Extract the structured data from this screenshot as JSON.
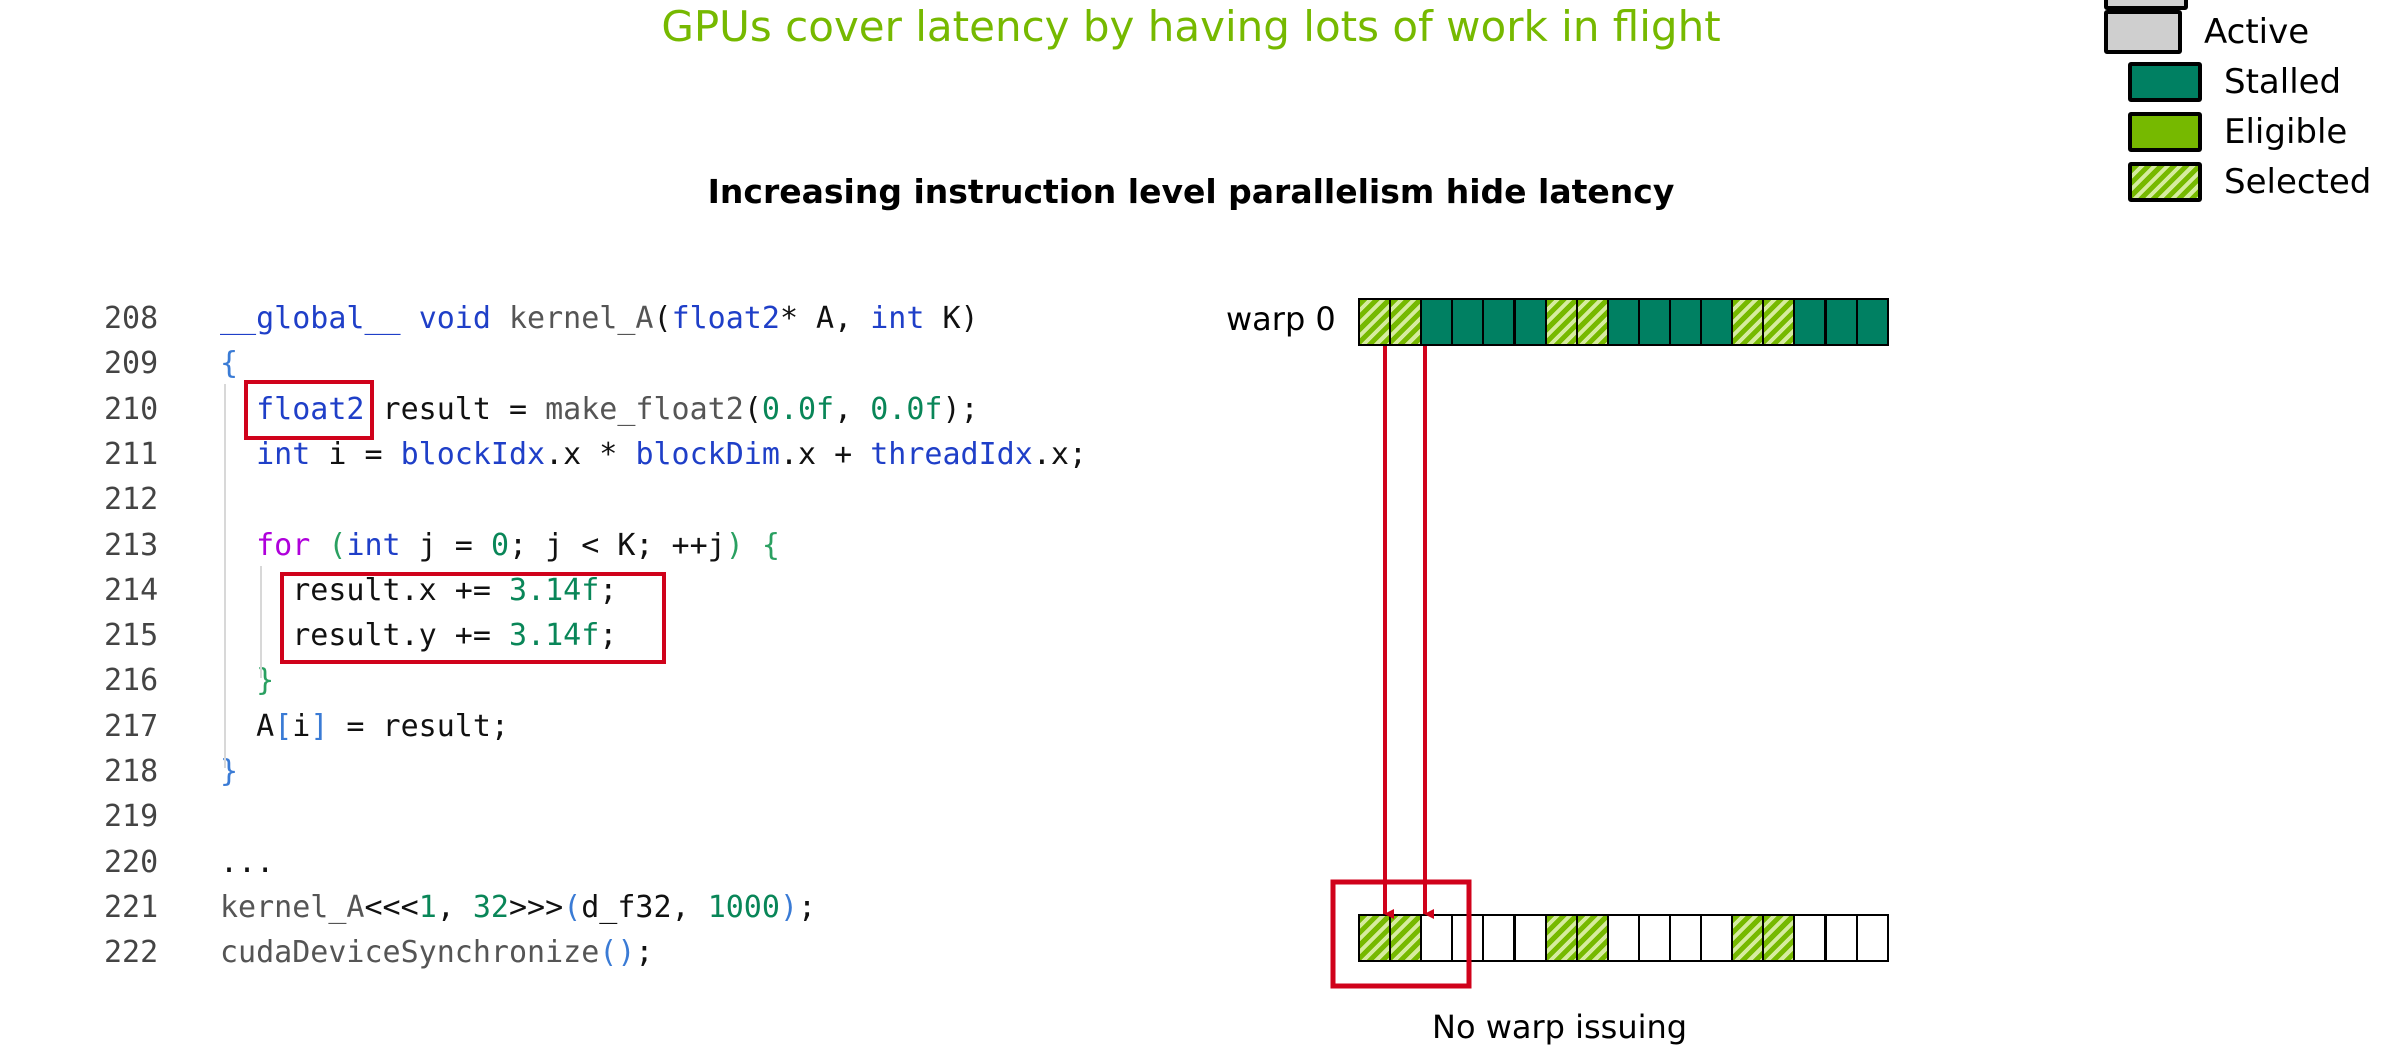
{
  "slide": {
    "title": "GPUs cover latency by having lots of work in flight",
    "subtitle": "Increasing instruction level parallelism hide latency"
  },
  "legend": [
    {
      "label": "Active",
      "style": "active"
    },
    {
      "label": "Stalled",
      "style": "stalled"
    },
    {
      "label": "Eligible",
      "style": "eligible"
    },
    {
      "label": "Selected",
      "style": "selected"
    }
  ],
  "code": [
    {
      "ln": "208",
      "tokens": [
        [
          "kw",
          "__global__"
        ],
        [
          "id",
          " "
        ],
        [
          "kw",
          "void"
        ],
        [
          "id",
          " "
        ],
        [
          "fn",
          "kernel_A"
        ],
        [
          "id",
          "("
        ],
        [
          "kw",
          "float2"
        ],
        [
          "id",
          "* A, "
        ],
        [
          "kw",
          "int"
        ],
        [
          "id",
          " K)"
        ]
      ]
    },
    {
      "ln": "209",
      "tokens": [
        [
          "br",
          "{"
        ]
      ]
    },
    {
      "ln": "210",
      "tokens": [
        [
          "id",
          "  "
        ],
        [
          "kw",
          "float2"
        ],
        [
          "id",
          " result = "
        ],
        [
          "fn",
          "make_float2"
        ],
        [
          "id",
          "("
        ],
        [
          "num",
          "0.0f"
        ],
        [
          "id",
          ", "
        ],
        [
          "num",
          "0.0f"
        ],
        [
          "id",
          ");"
        ]
      ]
    },
    {
      "ln": "211",
      "tokens": [
        [
          "id",
          "  "
        ],
        [
          "kw",
          "int"
        ],
        [
          "id",
          " i = "
        ],
        [
          "kw",
          "blockIdx"
        ],
        [
          "id",
          ".x * "
        ],
        [
          "kw",
          "blockDim"
        ],
        [
          "id",
          ".x + "
        ],
        [
          "kw",
          "threadIdx"
        ],
        [
          "id",
          ".x;"
        ]
      ]
    },
    {
      "ln": "212",
      "tokens": []
    },
    {
      "ln": "213",
      "tokens": [
        [
          "id",
          "  "
        ],
        [
          "ctl",
          "for"
        ],
        [
          "id",
          " "
        ],
        [
          "br2",
          "("
        ],
        [
          "kw",
          "int"
        ],
        [
          "id",
          " j = "
        ],
        [
          "num",
          "0"
        ],
        [
          "id",
          "; j < K; ++j"
        ],
        [
          "br2",
          ")"
        ],
        [
          "id",
          " "
        ],
        [
          "br2",
          "{"
        ]
      ]
    },
    {
      "ln": "214",
      "tokens": [
        [
          "id",
          "    result.x += "
        ],
        [
          "num",
          "3.14f"
        ],
        [
          "id",
          ";"
        ]
      ]
    },
    {
      "ln": "215",
      "tokens": [
        [
          "id",
          "    result.y += "
        ],
        [
          "num",
          "3.14f"
        ],
        [
          "id",
          ";"
        ]
      ]
    },
    {
      "ln": "216",
      "tokens": [
        [
          "id",
          "  "
        ],
        [
          "br2",
          "}"
        ]
      ]
    },
    {
      "ln": "217",
      "tokens": [
        [
          "id",
          "  A"
        ],
        [
          "br",
          "["
        ],
        [
          "id",
          "i"
        ],
        [
          "br",
          "]"
        ],
        [
          "id",
          " = result;"
        ]
      ]
    },
    {
      "ln": "218",
      "tokens": [
        [
          "br",
          "}"
        ]
      ]
    },
    {
      "ln": "219",
      "tokens": []
    },
    {
      "ln": "220",
      "tokens": [
        [
          "id",
          "..."
        ]
      ]
    },
    {
      "ln": "221",
      "tokens": [
        [
          "fn",
          "kernel_A"
        ],
        [
          "id",
          "<<<"
        ],
        [
          "num",
          "1"
        ],
        [
          "id",
          ", "
        ],
        [
          "num",
          "32"
        ],
        [
          "id",
          ">>>"
        ],
        [
          "br",
          "("
        ],
        [
          "id",
          "d_f32, "
        ],
        [
          "num",
          "1000"
        ],
        [
          "br",
          ")"
        ],
        [
          "id",
          ";"
        ]
      ]
    },
    {
      "ln": "222",
      "tokens": [
        [
          "fn",
          "cudaDeviceSynchronize"
        ],
        [
          "br",
          "()"
        ],
        [
          "id",
          ";"
        ]
      ]
    }
  ],
  "timeline": {
    "warp_label": "warp 0",
    "warp0_cells": [
      "selected",
      "selected",
      "stalled",
      "stalled",
      "stalled",
      "stalled",
      "selected",
      "selected",
      "stalled",
      "stalled",
      "stalled",
      "stalled",
      "selected",
      "selected",
      "stalled",
      "stalled",
      "stalled"
    ],
    "issue_cells": [
      "selected",
      "selected",
      "empty",
      "empty",
      "empty",
      "empty",
      "selected",
      "selected",
      "empty",
      "empty",
      "empty",
      "empty",
      "selected",
      "selected",
      "empty",
      "empty",
      "empty"
    ],
    "caption": "No warp issuing"
  }
}
